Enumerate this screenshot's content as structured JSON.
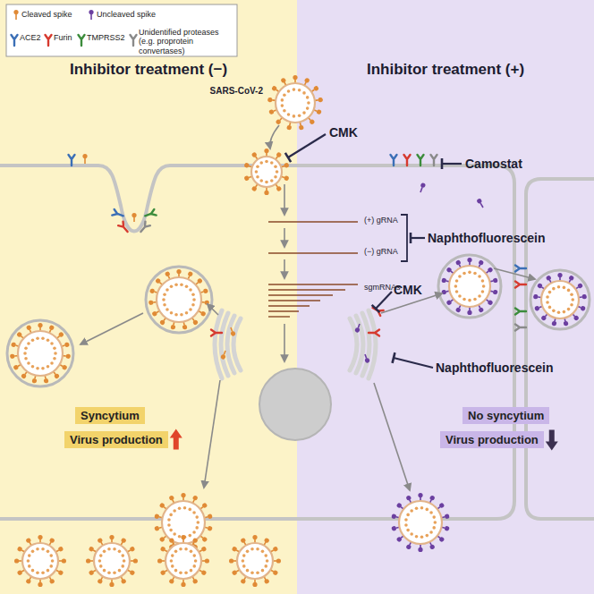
{
  "diagram": {
    "nodes": [
      {
        "text": [
          "Inhibitor treatment (−)"
        ]
      },
      {
        "text": [
          "Inhibitor treatment (+)"
        ]
      },
      {
        "text": [
          "Syncytium"
        ],
        "in": 0
      },
      {
        "text": [
          "Virus production"
        ],
        "in": 0
      },
      {
        "text": [
          "No syncytium"
        ],
        "in": 1
      },
      {
        "text": [
          "Virus production"
        ],
        "in": 1
      }
    ],
    "labels": [
      "SARS-CoV-2",
      "CMK",
      "Camostat",
      "(+) gRNA",
      "(−) gRNA",
      "sgmRNAs",
      "Naphthofluorescein",
      "CMK",
      "Naphthofluorescein"
    ],
    "legend": [
      {
        "text": "Cleaved spike"
      },
      {
        "text": "Uncleaved spike"
      },
      {
        "text": "ACE2"
      },
      {
        "text": "Furin"
      },
      {
        "text": "TMPRSS2"
      },
      {
        "text": "Unidentified proteases (e.g. proprotein convertases)"
      }
    ]
  }
}
